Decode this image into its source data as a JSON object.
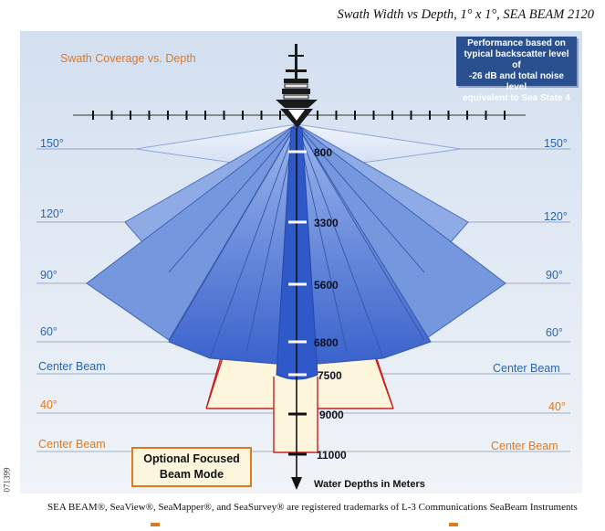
{
  "title": "Swath Width vs Depth, 1° x 1°, SEA BEAM 2120",
  "subtitle": "Swath Coverage vs. Depth",
  "performance_note": [
    "Performance based on",
    "typical backscatter level of",
    "-26 dB and total noise level",
    "equivalent to Sea State 4"
  ],
  "angle_labels": [
    "150°",
    "120°",
    "90°",
    "60°"
  ],
  "center_beam_label": "Center Beam",
  "focused_angle_label": "40°",
  "depths": [
    "800",
    "3300",
    "5600",
    "6800",
    "7500",
    "9000",
    "11000"
  ],
  "depth_axis_label": "Water Depths in Meters",
  "optional_box": [
    "Optional Focused",
    "Beam Mode"
  ],
  "footer": "SEA BEAM®, SeaView®, SeaMapper®, and SeaSurvey® are registered trademarks of L-3 Communications SeaBeam Instruments",
  "doc_id": "071399",
  "colors": {
    "background_panel": "#dde7f4",
    "swath_dark": "#3a6ad0",
    "swath_light": "#e6eefa",
    "focused_fill": "#fdf5dc",
    "focused_outline": "#c82020",
    "label_blue": "#2b63b0",
    "label_orange": "#e07820",
    "note_box": "#2a4f8e"
  }
}
